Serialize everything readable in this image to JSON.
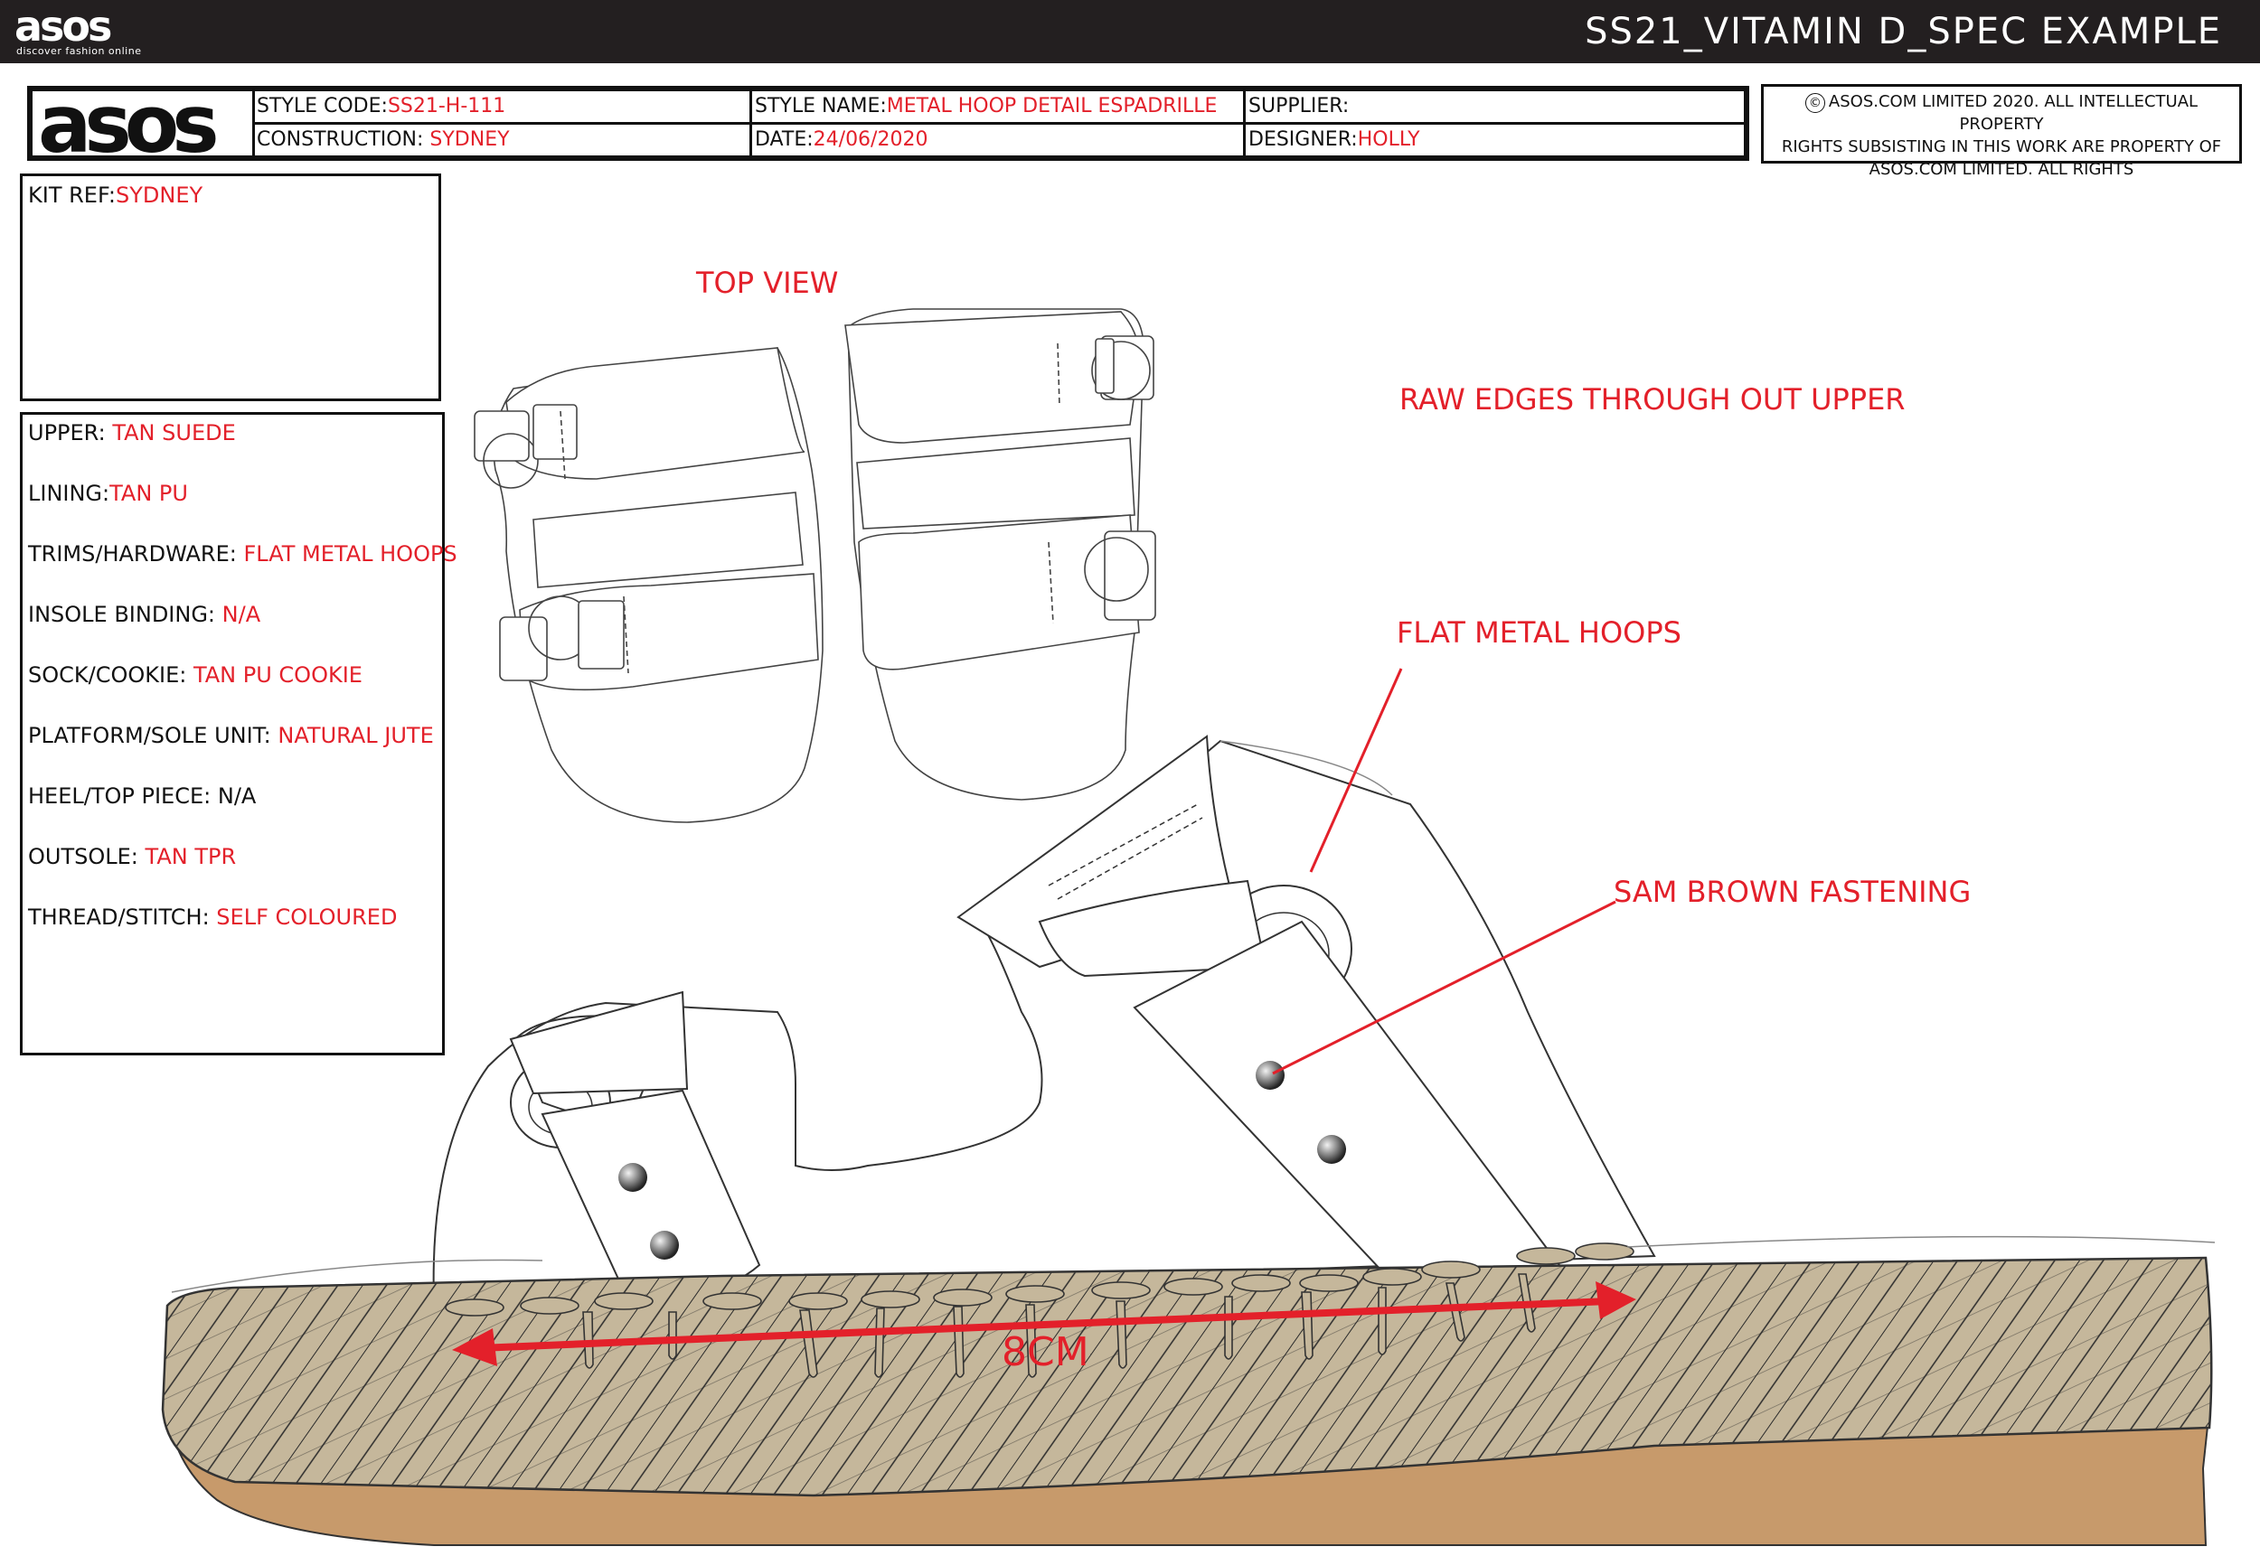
{
  "top_bar": {
    "logo": "asos",
    "tagline": "discover fashion online",
    "title": "SS21_VITAMIN D_SPEC EXAMPLE"
  },
  "header": {
    "logo": "asos",
    "style_code_label": "STYLE CODE:",
    "style_code_value": "SS21-H-111",
    "construction_label": "CONSTRUCTION:",
    "construction_value": "SYDNEY",
    "style_name_label": "STYLE NAME:",
    "style_name_value": "METAL HOOP DETAIL ESPADRILLE",
    "date_label": "DATE:",
    "date_value": "24/06/2020",
    "supplier_label": "SUPPLIER:",
    "supplier_value": "",
    "designer_label": "DESIGNER:",
    "designer_value": "HOLLY"
  },
  "copyright": {
    "line1": "ASOS.COM LIMITED 2020. ALL INTELLECTUAL PROPERTY",
    "line2": "RIGHTS SUBSISTING IN THIS WORK ARE PROPERTY OF",
    "line3": "ASOS.COM LIMITED. ALL RIGHTS",
    "symbol": "©"
  },
  "kit": {
    "label": "KIT REF:",
    "value": "SYDNEY"
  },
  "specs": [
    {
      "label": "UPPER:",
      "value": "TAN SUEDE"
    },
    {
      "label": "LINING:",
      "value": "TAN PU"
    },
    {
      "label": "TRIMS/HARDWARE:",
      "value": "FLAT METAL HOOPS"
    },
    {
      "label": "INSOLE BINDING:",
      "value": "N/A"
    },
    {
      "label": "SOCK/COOKIE:",
      "value": "TAN PU COOKIE"
    },
    {
      "label": "PLATFORM/SOLE UNIT:",
      "value": "NATURAL JUTE"
    },
    {
      "label": "HEEL/TOP PIECE:",
      "value": "N/A"
    },
    {
      "label": "OUTSOLE:",
      "value": "TAN TPR"
    },
    {
      "label": "THREAD/STITCH:",
      "value": "SELF COLOURED"
    }
  ],
  "annotations": {
    "top_view": "TOP VIEW",
    "raw_edges": "RAW EDGES THROUGH OUT UPPER",
    "flat_metal_hoops": "FLAT METAL HOOPS",
    "sam_brown": "SAM BROWN FASTENING",
    "measurement": "8CM"
  },
  "colors": {
    "annotation_red": "#e3202a",
    "jute": "#c5b79b",
    "outsole": "#c79a6b",
    "bar": "#231f20"
  }
}
